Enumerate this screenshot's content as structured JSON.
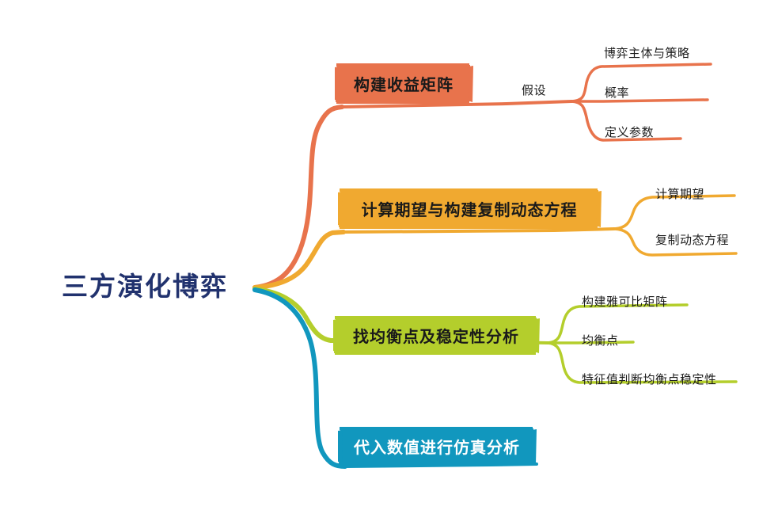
{
  "diagram": {
    "type": "mind-map",
    "title": "三方演化博弈",
    "background": "#ffffff",
    "root": {
      "label": "三方演化博弈",
      "color": "#21326e"
    },
    "branches": [
      {
        "label": "构建收益矩阵",
        "color": "#e8734c",
        "text_color": "#1a1a1a",
        "mid_label": "假设",
        "children": [
          {
            "label": "博弈主体与策略"
          },
          {
            "label": "概率"
          },
          {
            "label": "定义参数"
          }
        ]
      },
      {
        "label": "计算期望与构建复制动态方程",
        "color": "#f0a930",
        "text_color": "#1a1a1a",
        "mid_label": "",
        "children": [
          {
            "label": "计算期望"
          },
          {
            "label": "复制动态方程"
          }
        ]
      },
      {
        "label": "找均衡点及稳定性分析",
        "color": "#b4ce2c",
        "text_color": "#1a1a1a",
        "mid_label": "",
        "children": [
          {
            "label": "构建雅可比矩阵"
          },
          {
            "label": "均衡点"
          },
          {
            "label": "特征值判断均衡点稳定性"
          }
        ]
      },
      {
        "label": "代入数值进行仿真分析",
        "color": "#1197be",
        "text_color": "#ffffff",
        "mid_label": "",
        "children": []
      }
    ]
  }
}
